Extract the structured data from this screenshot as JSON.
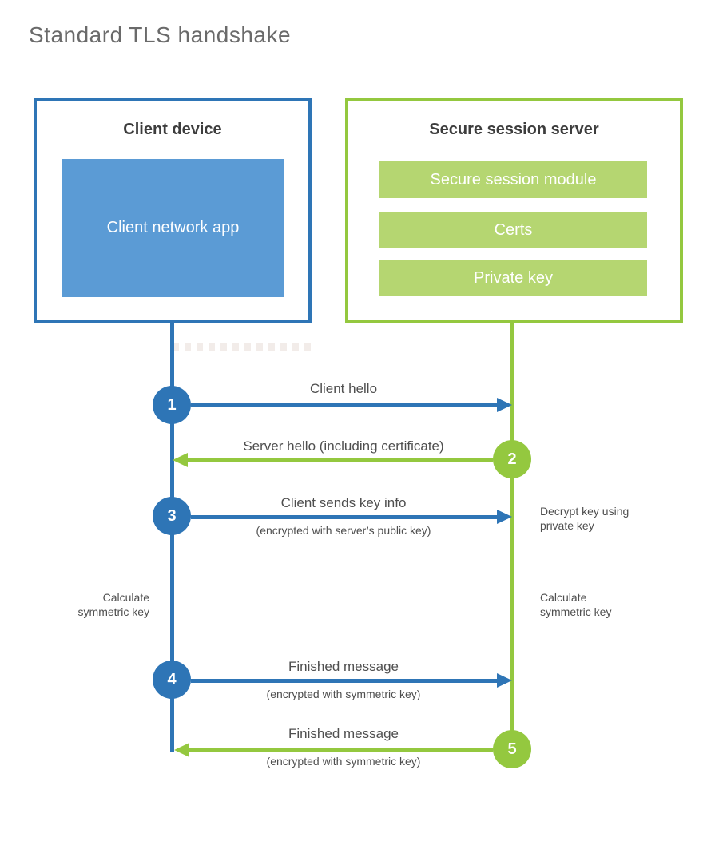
{
  "title": "Standard TLS handshake",
  "client": {
    "title": "Client device",
    "app_label": "Client network app"
  },
  "server": {
    "title": "Secure session server",
    "modules": [
      "Secure session module",
      "Certs",
      "Private key"
    ]
  },
  "messages": [
    {
      "num": "1",
      "label": "Client hello",
      "sub": "",
      "direction": "client-to-server"
    },
    {
      "num": "2",
      "label": "Server hello (including certificate)",
      "sub": "",
      "direction": "server-to-client"
    },
    {
      "num": "3",
      "label": "Client sends key info",
      "sub": "(encrypted with server’s public key)",
      "direction": "client-to-server"
    },
    {
      "num": "4",
      "label": "Finished message",
      "sub": "(encrypted with symmetric key)",
      "direction": "client-to-server"
    },
    {
      "num": "5",
      "label": "Finished message",
      "sub": "(encrypted with symmetric key)",
      "direction": "server-to-client"
    }
  ],
  "notes": {
    "decrypt": "Decrypt key using private key",
    "calc_left": "Calculate symmetric key",
    "calc_right": "Calculate symmetric key"
  },
  "colors": {
    "blue": "#2e75b6",
    "blue_fill": "#5b9bd5",
    "green": "#94c83f",
    "green_fill": "#b5d671",
    "text_dark": "#3d3d3d",
    "text_gray": "#4f4f4f",
    "title_gray": "#6a6a6a"
  }
}
